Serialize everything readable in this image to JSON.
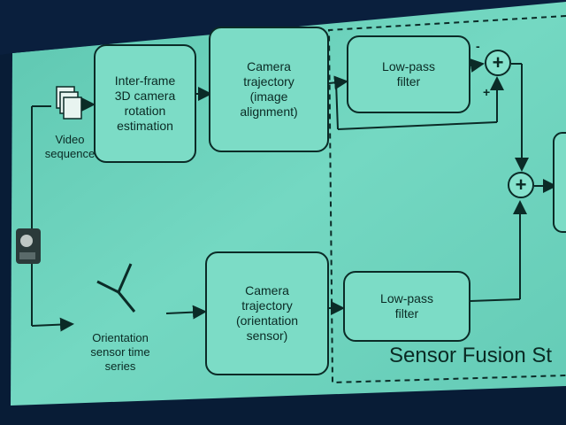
{
  "colors": {
    "screen": "#6fd2bd",
    "room": "#081c36",
    "ink": "#0a2a24"
  },
  "diagram": {
    "video_sequence_label": "Video\nsequence",
    "rotation_estimation_label": "Inter-frame\n3D camera\nrotation\nestimation",
    "camera_trajectory_image_label": "Camera\ntrajectory\n(image\nalignment)",
    "lowpass_top_label": "Low-pass\nfilter",
    "lowpass_bottom_label": "Low-pass\nfilter",
    "camera_trajectory_sensor_label": "Camera\ntrajectory\n(orientation\nsensor)",
    "orientation_series_label": "Orientation\nsensor time\nseries",
    "sum_symbol": "+",
    "minus_sign": "-",
    "plus_sign": "+",
    "fusion_title": "Sensor Fusion St"
  }
}
